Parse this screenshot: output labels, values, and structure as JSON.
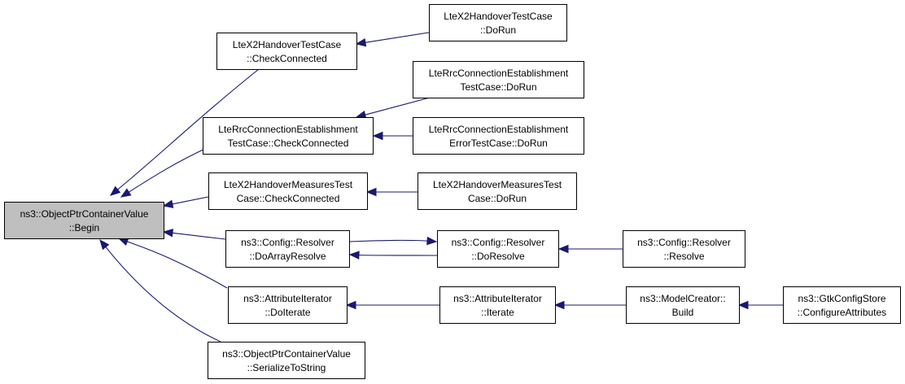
{
  "colors": {
    "edge": "#191970",
    "root_fill": "#bfbfbf",
    "node_fill": "#ffffff",
    "node_border": "#000000"
  },
  "nodes": [
    {
      "id": "root",
      "lines": [
        "ns3::ObjectPtrContainerValue",
        "::Begin"
      ]
    },
    {
      "id": "x2_check",
      "lines": [
        "LteX2HandoverTestCase",
        "::CheckConnected"
      ]
    },
    {
      "id": "x2_dorun",
      "lines": [
        "LteX2HandoverTestCase",
        "::DoRun"
      ]
    },
    {
      "id": "rrc_check",
      "lines": [
        "LteRrcConnectionEstablishment",
        "TestCase::CheckConnected"
      ]
    },
    {
      "id": "rrc_dorun",
      "lines": [
        "LteRrcConnectionEstablishment",
        "TestCase::DoRun"
      ]
    },
    {
      "id": "rrc_err_dorun",
      "lines": [
        "LteRrcConnectionEstablishment",
        "ErrorTestCase::DoRun"
      ]
    },
    {
      "id": "x2m_check",
      "lines": [
        "LteX2HandoverMeasuresTest",
        "Case::CheckConnected"
      ]
    },
    {
      "id": "x2m_dorun",
      "lines": [
        "LteX2HandoverMeasuresTest",
        "Case::DoRun"
      ]
    },
    {
      "id": "cfg_doarray",
      "lines": [
        "ns3::Config::Resolver",
        "::DoArrayResolve"
      ]
    },
    {
      "id": "cfg_doresolve",
      "lines": [
        "ns3::Config::Resolver",
        "::DoResolve"
      ]
    },
    {
      "id": "cfg_resolve",
      "lines": [
        "ns3::Config::Resolver",
        "::Resolve"
      ]
    },
    {
      "id": "attr_doiterate",
      "lines": [
        "ns3::AttributeIterator",
        "::DoIterate"
      ]
    },
    {
      "id": "attr_iterate",
      "lines": [
        "ns3::AttributeIterator",
        "::Iterate"
      ]
    },
    {
      "id": "model_build",
      "lines": [
        "ns3::ModelCreator::",
        "Build"
      ]
    },
    {
      "id": "gtk_config",
      "lines": [
        "ns3::GtkConfigStore",
        "::ConfigureAttributes"
      ]
    },
    {
      "id": "serialize",
      "lines": [
        "ns3::ObjectPtrContainerValue",
        "::SerializeToString"
      ]
    }
  ],
  "edges": [
    {
      "from": "x2_check",
      "to": "root"
    },
    {
      "from": "rrc_check",
      "to": "root"
    },
    {
      "from": "x2m_check",
      "to": "root"
    },
    {
      "from": "cfg_doarray",
      "to": "root"
    },
    {
      "from": "attr_doiterate",
      "to": "root"
    },
    {
      "from": "serialize",
      "to": "root"
    },
    {
      "from": "x2_dorun",
      "to": "x2_check"
    },
    {
      "from": "rrc_dorun",
      "to": "rrc_check"
    },
    {
      "from": "rrc_err_dorun",
      "to": "rrc_check"
    },
    {
      "from": "x2m_dorun",
      "to": "x2m_check"
    },
    {
      "from": "cfg_doresolve",
      "to": "cfg_doarray"
    },
    {
      "from": "cfg_doarray",
      "to": "cfg_doresolve"
    },
    {
      "from": "cfg_resolve",
      "to": "cfg_doresolve"
    },
    {
      "from": "attr_iterate",
      "to": "attr_doiterate"
    },
    {
      "from": "model_build",
      "to": "attr_iterate"
    },
    {
      "from": "gtk_config",
      "to": "model_build"
    }
  ]
}
